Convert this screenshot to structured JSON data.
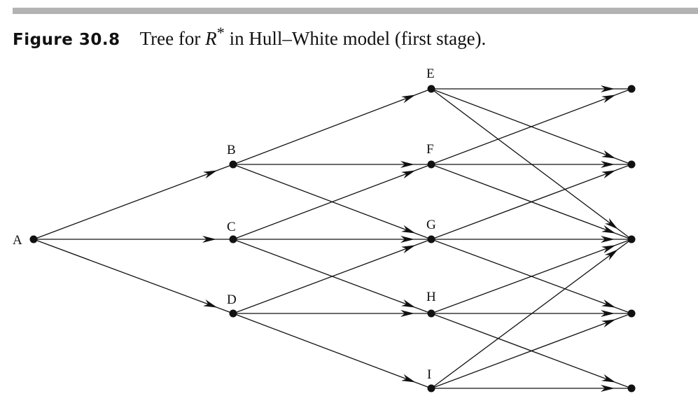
{
  "figure": {
    "label": "Figure 30.8",
    "title_pre": "Tree for ",
    "title_var": "R",
    "title_sup": "*",
    "title_post": " in Hull–White model (first stage)."
  },
  "colors": {
    "rule": "#b3b3b3",
    "ink": "#111111"
  },
  "nodes": [
    {
      "id": "A",
      "label": "A"
    },
    {
      "id": "B",
      "label": "B"
    },
    {
      "id": "C",
      "label": "C"
    },
    {
      "id": "D",
      "label": "D"
    },
    {
      "id": "E",
      "label": "E"
    },
    {
      "id": "F",
      "label": "F"
    },
    {
      "id": "G",
      "label": "G"
    },
    {
      "id": "H",
      "label": "H"
    },
    {
      "id": "I",
      "label": "I"
    },
    {
      "id": "T1",
      "label": ""
    },
    {
      "id": "T2",
      "label": ""
    },
    {
      "id": "T3",
      "label": ""
    },
    {
      "id": "T4",
      "label": ""
    },
    {
      "id": "T5",
      "label": ""
    }
  ],
  "edges": [
    [
      "A",
      "B"
    ],
    [
      "A",
      "C"
    ],
    [
      "A",
      "D"
    ],
    [
      "B",
      "E"
    ],
    [
      "B",
      "F"
    ],
    [
      "B",
      "G"
    ],
    [
      "C",
      "F"
    ],
    [
      "C",
      "G"
    ],
    [
      "C",
      "H"
    ],
    [
      "D",
      "G"
    ],
    [
      "D",
      "H"
    ],
    [
      "D",
      "I"
    ],
    [
      "E",
      "T1"
    ],
    [
      "E",
      "T2"
    ],
    [
      "E",
      "T3"
    ],
    [
      "F",
      "T1"
    ],
    [
      "F",
      "T2"
    ],
    [
      "F",
      "T3"
    ],
    [
      "G",
      "T2"
    ],
    [
      "G",
      "T3"
    ],
    [
      "G",
      "T4"
    ],
    [
      "H",
      "T3"
    ],
    [
      "H",
      "T4"
    ],
    [
      "H",
      "T5"
    ],
    [
      "I",
      "T3"
    ],
    [
      "I",
      "T4"
    ],
    [
      "I",
      "T5"
    ]
  ]
}
